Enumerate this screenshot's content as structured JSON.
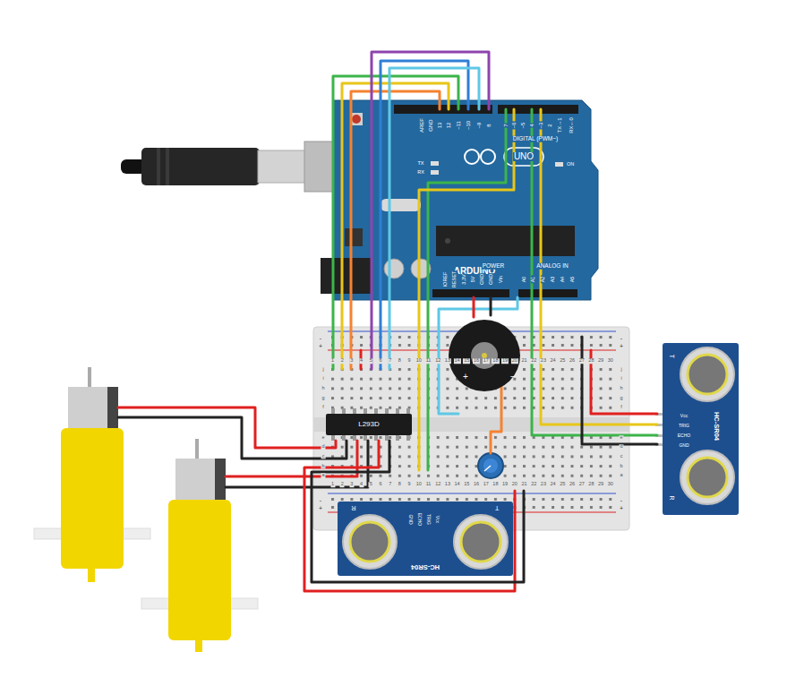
{
  "diagram": {
    "nodes": [
      {
        "text": [
          "ARDUINO",
          "UNO"
        ]
      },
      {
        "text": [
          "+",
          "−"
        ]
      },
      {
        "text": [
          "HC-SR04"
        ]
      },
      {
        "text": [
          "L293D"
        ]
      },
      {
        "text": [
          "HC-SR04"
        ]
      }
    ],
    "labels": [
      "AREF",
      "GND",
      "13",
      "12",
      "~11",
      "~10",
      "~9",
      "8",
      "7",
      "~6",
      "~5",
      "4",
      "~3",
      "2",
      "TX→1",
      "RX←0",
      "DIGITAL (PWM~)",
      "TX",
      "RX",
      "ON",
      "IOREF",
      "RESET",
      "3.3V",
      "5V",
      "GND",
      "GND",
      "Vin",
      "POWER",
      "ANALOG IN",
      "A0",
      "A1",
      "A2",
      "A3",
      "A4",
      "A5",
      "1",
      "2",
      "3",
      "4",
      "5",
      "6",
      "7",
      "8",
      "9",
      "10",
      "11",
      "12",
      "13",
      "14",
      "15",
      "16",
      "17",
      "18",
      "19",
      "20",
      "21",
      "22",
      "23",
      "24",
      "25",
      "26",
      "27",
      "28",
      "29",
      "30",
      "1",
      "2",
      "3",
      "4",
      "5",
      "6",
      "7",
      "8",
      "9",
      "10",
      "11",
      "12",
      "13",
      "14",
      "15",
      "16",
      "17",
      "18",
      "19",
      "20",
      "21",
      "22",
      "23",
      "24",
      "25",
      "26",
      "27",
      "28",
      "29",
      "30",
      "j",
      "i",
      "h",
      "g",
      "f",
      "e",
      "d",
      "c",
      "b",
      "a",
      "j",
      "i",
      "h",
      "g",
      "f",
      "e",
      "d",
      "c",
      "b",
      "a",
      "-",
      "+",
      "-",
      "+",
      "-",
      "+",
      "-",
      "+",
      "GND",
      "ECHO",
      "TRIG",
      "Vcc",
      "R",
      "T",
      "Vcc",
      "TRIG",
      "ECHO",
      "GND",
      "T",
      "R"
    ]
  }
}
